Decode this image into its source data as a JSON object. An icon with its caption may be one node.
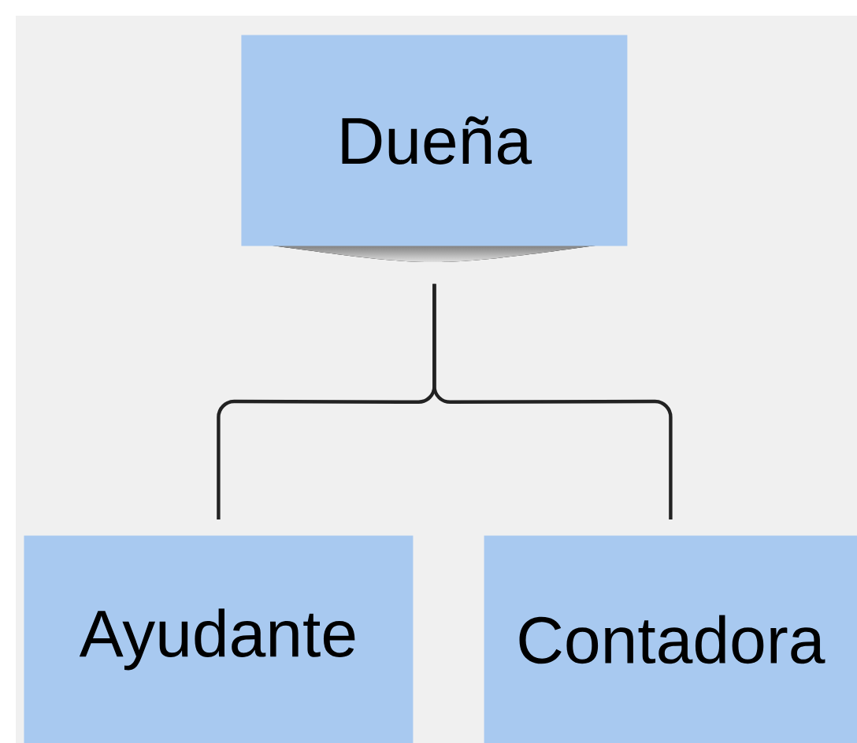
{
  "diagram": {
    "nodes": [
      {
        "text": [
          "Dueña"
        ]
      },
      {
        "text": [
          "Ayudante"
        ]
      },
      {
        "text": [
          "Contadora"
        ]
      }
    ],
    "edges": [
      {
        "from": 0,
        "to": 1,
        "arrow": "none"
      },
      {
        "from": 0,
        "to": 2,
        "arrow": "none"
      }
    ]
  }
}
